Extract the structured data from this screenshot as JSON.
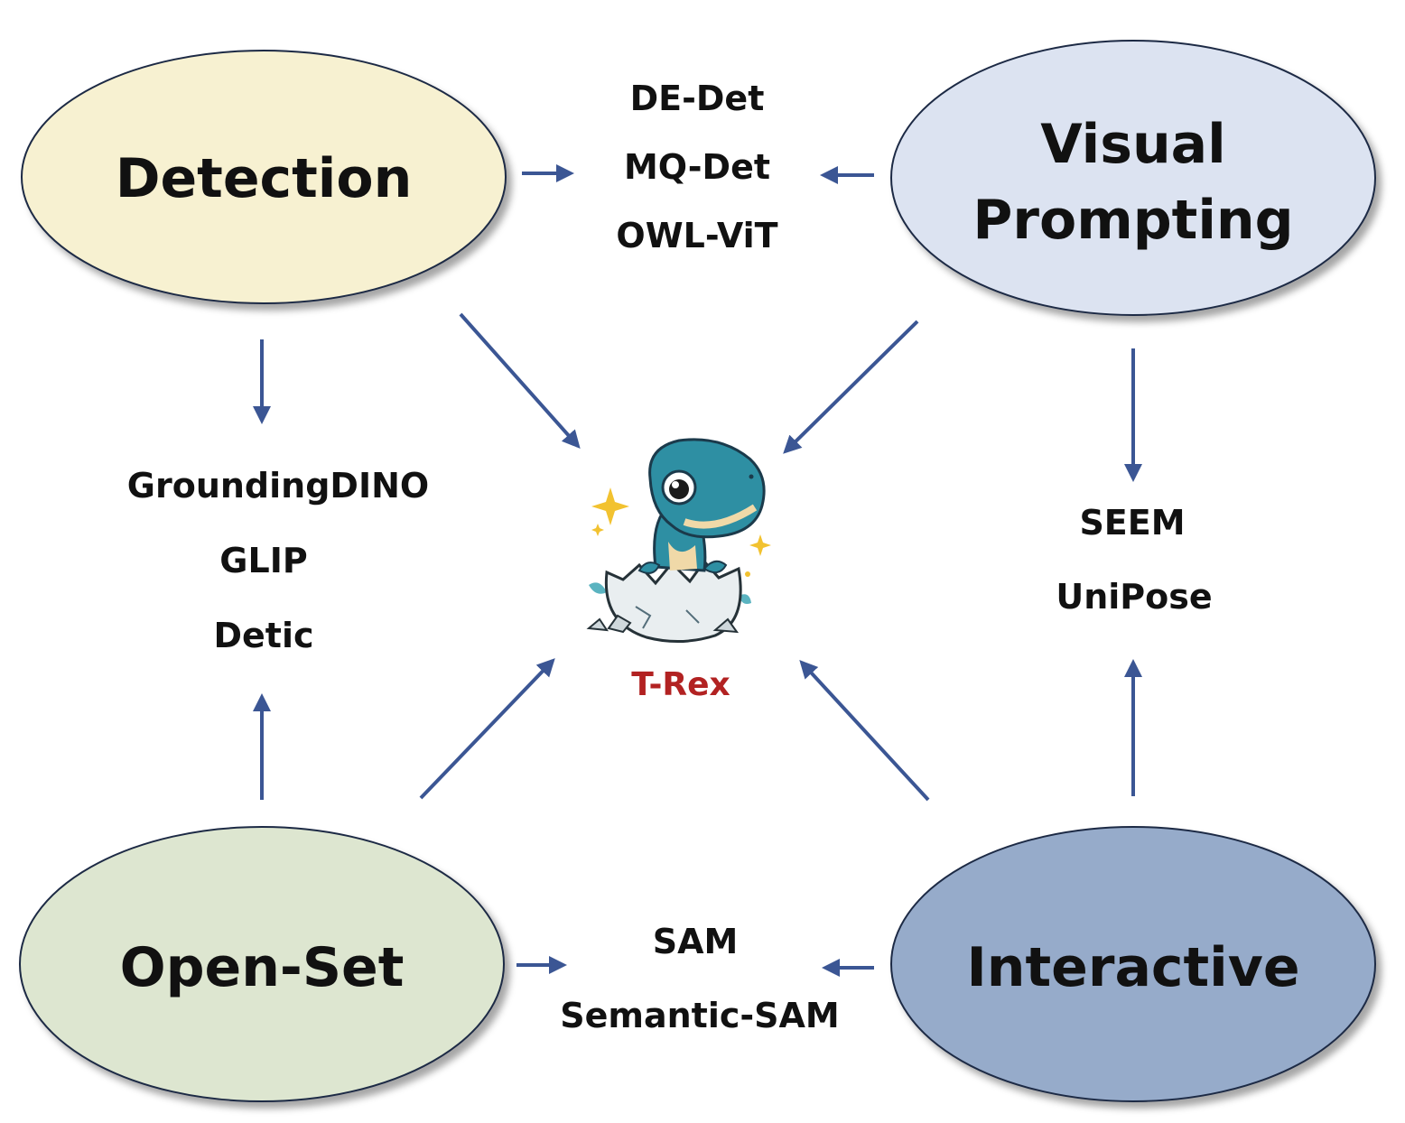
{
  "nodes": {
    "detection": {
      "label": "Detection",
      "fill": "#f7f1d1"
    },
    "visual_prompting": {
      "label_line1": "Visual",
      "label_line2": "Prompting",
      "fill": "#dce3f1"
    },
    "open_set": {
      "label": "Open-Set",
      "fill": "#dde6d0"
    },
    "interactive": {
      "label": "Interactive",
      "fill": "#96abca"
    }
  },
  "method_groups": {
    "top": [
      "DE-Det",
      "MQ-Det",
      "OWL-ViT"
    ],
    "left": [
      "GroundingDINO",
      "GLIP",
      "Detic"
    ],
    "right": [
      "SEEM",
      "UniPose"
    ],
    "bottom": [
      "SAM",
      "Semantic-SAM"
    ]
  },
  "center": {
    "label": "T-Rex",
    "label_color": "#b22222",
    "mascot_icon": "dinosaur-hatching-egg-icon"
  },
  "colors": {
    "arrow": "#3b5694",
    "node_stroke": "#1f2a44",
    "text": "#111111"
  }
}
